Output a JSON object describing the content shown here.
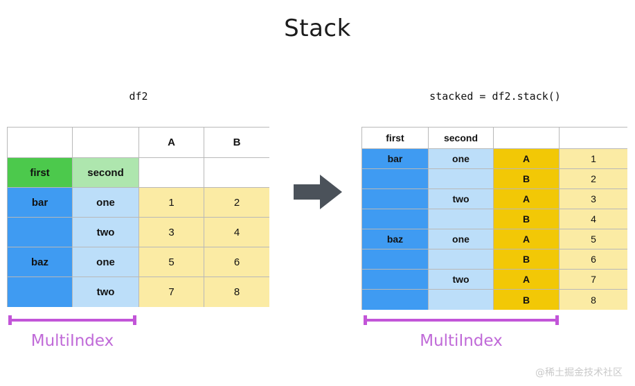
{
  "title": "Stack",
  "captions": {
    "left": "df2",
    "right": "stacked = df2.stack()"
  },
  "colors": {
    "green": "#4cc94c",
    "light_green": "#aee6ae",
    "blue": "#3f9bf2",
    "light_blue": "#bcdef9",
    "gold": "#f2c806",
    "light_yellow": "#fbeba4",
    "purple": "#c255d8",
    "arrow": "#4b525a",
    "watermark": "#c9c9c9"
  },
  "left_table": {
    "column_header_blank_1": "",
    "column_header_blank_2": "",
    "columns": [
      "A",
      "B"
    ],
    "index_names": [
      "first",
      "second"
    ],
    "rows": [
      {
        "first": "bar",
        "second": "one",
        "A": "1",
        "B": "2"
      },
      {
        "first": "",
        "second": "two",
        "A": "3",
        "B": "4"
      },
      {
        "first": "baz",
        "second": "one",
        "A": "5",
        "B": "6"
      },
      {
        "first": "",
        "second": "two",
        "A": "7",
        "B": "8"
      }
    ]
  },
  "right_table": {
    "index_names": [
      "first",
      "second"
    ],
    "header_blank_1": "",
    "header_blank_2": "",
    "rows": [
      {
        "first": "bar",
        "second": "one",
        "level": "A",
        "value": "1"
      },
      {
        "first": "",
        "second": "",
        "level": "B",
        "value": "2"
      },
      {
        "first": "",
        "second": "two",
        "level": "A",
        "value": "3"
      },
      {
        "first": "",
        "second": "",
        "level": "B",
        "value": "4"
      },
      {
        "first": "baz",
        "second": "one",
        "level": "A",
        "value": "5"
      },
      {
        "first": "",
        "second": "",
        "level": "B",
        "value": "6"
      },
      {
        "first": "",
        "second": "two",
        "level": "A",
        "value": "7"
      },
      {
        "first": "",
        "second": "",
        "level": "B",
        "value": "8"
      }
    ]
  },
  "annotations": {
    "multiindex_left": "MultiIndex",
    "multiindex_right": "MultiIndex",
    "arrow_icon": "right-arrow-icon"
  },
  "watermark": "@稀土掘金技术社区"
}
